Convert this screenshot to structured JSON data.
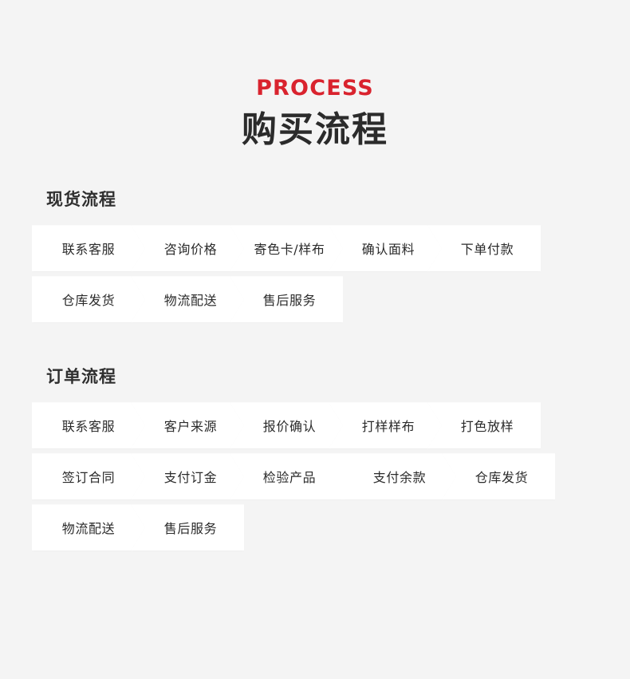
{
  "header": {
    "eyebrow": "PROCESS",
    "title": "购买流程",
    "accent_color": "#d9232e",
    "title_color": "#2b2b2b"
  },
  "theme": {
    "background": "#f4f4f4",
    "step_background": "#ffffff",
    "step_text_color": "#2b2b2b"
  },
  "sections": [
    {
      "title": "现货流程",
      "rows": [
        {
          "steps": [
            {
              "label": "联系客服",
              "left": "flat",
              "right": "point"
            },
            {
              "label": "咨询价格",
              "left": "notch",
              "right": "point"
            },
            {
              "label": "寄色卡/样布",
              "left": "notch",
              "right": "point"
            },
            {
              "label": "确认面料",
              "left": "notch",
              "right": "point"
            },
            {
              "label": "下单付款",
              "left": "notch",
              "right": "flat"
            }
          ]
        },
        {
          "steps": [
            {
              "label": "仓库发货",
              "left": "flat",
              "right": "point"
            },
            {
              "label": "物流配送",
              "left": "notch",
              "right": "point"
            },
            {
              "label": "售后服务",
              "left": "notch",
              "right": "flat"
            }
          ]
        }
      ]
    },
    {
      "title": "订单流程",
      "rows": [
        {
          "steps": [
            {
              "label": "联系客服",
              "left": "flat",
              "right": "point"
            },
            {
              "label": "客户来源",
              "left": "notch",
              "right": "point"
            },
            {
              "label": "报价确认",
              "left": "notch",
              "right": "point"
            },
            {
              "label": "打样样布",
              "left": "notch",
              "right": "point"
            },
            {
              "label": "打色放样",
              "left": "notch",
              "right": "flat"
            }
          ]
        },
        {
          "steps": [
            {
              "label": "签订合同",
              "left": "flat",
              "right": "point"
            },
            {
              "label": "支付订金",
              "left": "notch",
              "right": "point"
            },
            {
              "label": "检验产品",
              "left": "notch",
              "right": "flat"
            },
            {
              "label": "支付余款",
              "left": "flat",
              "right": "point"
            },
            {
              "label": "仓库发货",
              "left": "notch",
              "right": "flat"
            }
          ]
        },
        {
          "steps": [
            {
              "label": "物流配送",
              "left": "flat",
              "right": "point"
            },
            {
              "label": "售后服务",
              "left": "notch",
              "right": "flat"
            }
          ]
        }
      ]
    }
  ]
}
